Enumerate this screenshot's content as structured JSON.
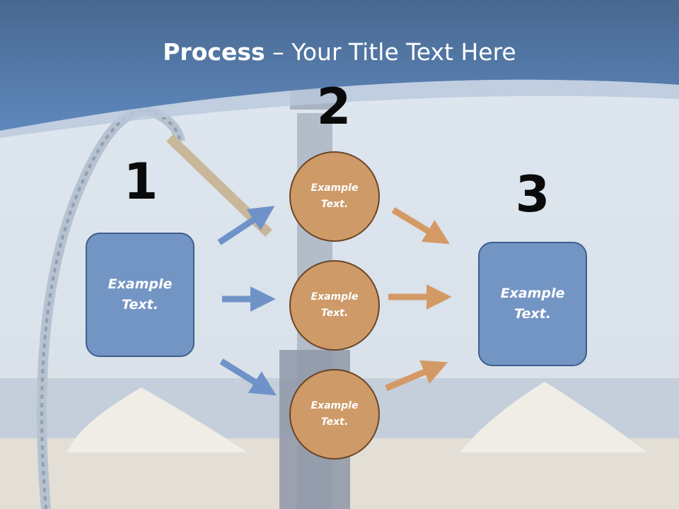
{
  "slide": {
    "title_bold": "Process",
    "title_rest": " – Your Title Text Here"
  },
  "steps": {
    "step1_number": "1",
    "step2_number": "2",
    "step3_number": "3"
  },
  "nodes": {
    "left_box": "Example Text.",
    "circle_top": "Example Text.",
    "circle_middle": "Example Text.",
    "circle_bottom": "Example Text.",
    "right_box": "Example Text."
  },
  "colors": {
    "header_blue": "#5a82b4",
    "box_fill": "#7395c4",
    "circle_fill": "#cd9a68",
    "arrow_blue": "#6f93c8",
    "arrow_orange": "#d39a66"
  }
}
